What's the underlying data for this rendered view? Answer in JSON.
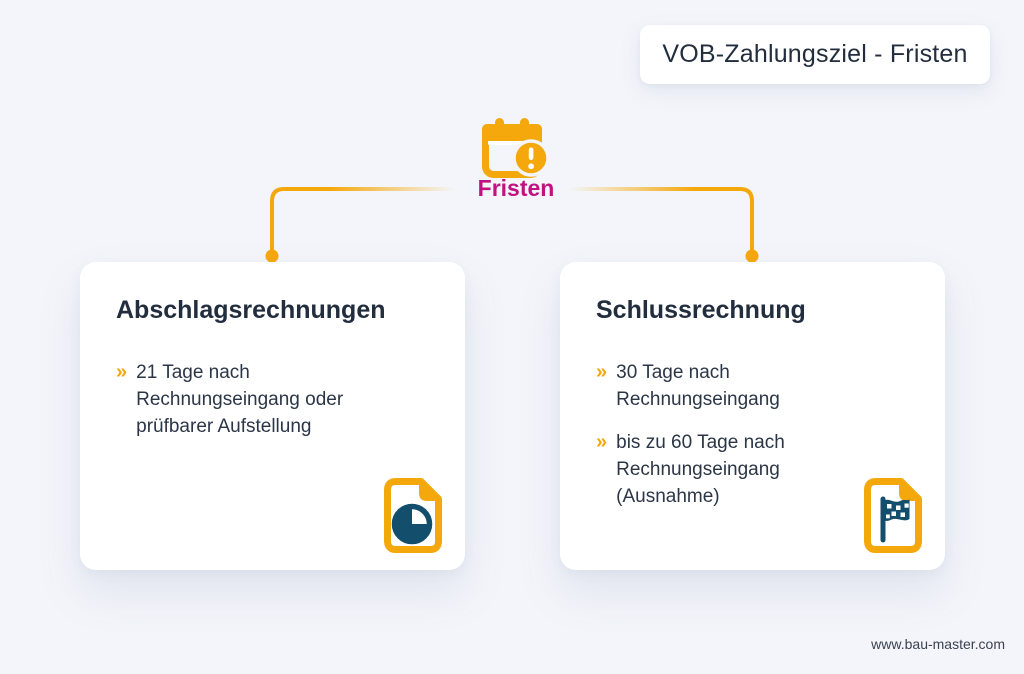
{
  "header": {
    "title": "VOB-Zahlungsziel - Fristen"
  },
  "center": {
    "label": "Fristen",
    "icon": "calendar-alert-icon"
  },
  "ui": {
    "bullet_marker": "»"
  },
  "cards": [
    {
      "title": "Abschlagsrechnungen",
      "bullets": [
        "21 Tage nach Rechnungseingang oder prüfbarer Aufstellung"
      ],
      "icon": "document-pie-chart-icon"
    },
    {
      "title": "Schlussrechnung",
      "bullets": [
        "30 Tage nach Rechnungseingang",
        "bis zu 60 Tage nach Rechnungseingang (Ausnahme)"
      ],
      "icon": "document-finish-flag-icon"
    }
  ],
  "footer": {
    "website": "www.bau-master.com"
  },
  "colors": {
    "background": "#F3F5FA",
    "card": "#FFFFFF",
    "amber": "#F5A80C",
    "magenta": "#C01280",
    "ink": "#222D3D",
    "body": "#2B3647",
    "navy": "#134F6C",
    "footer_text": "#3B4250"
  }
}
